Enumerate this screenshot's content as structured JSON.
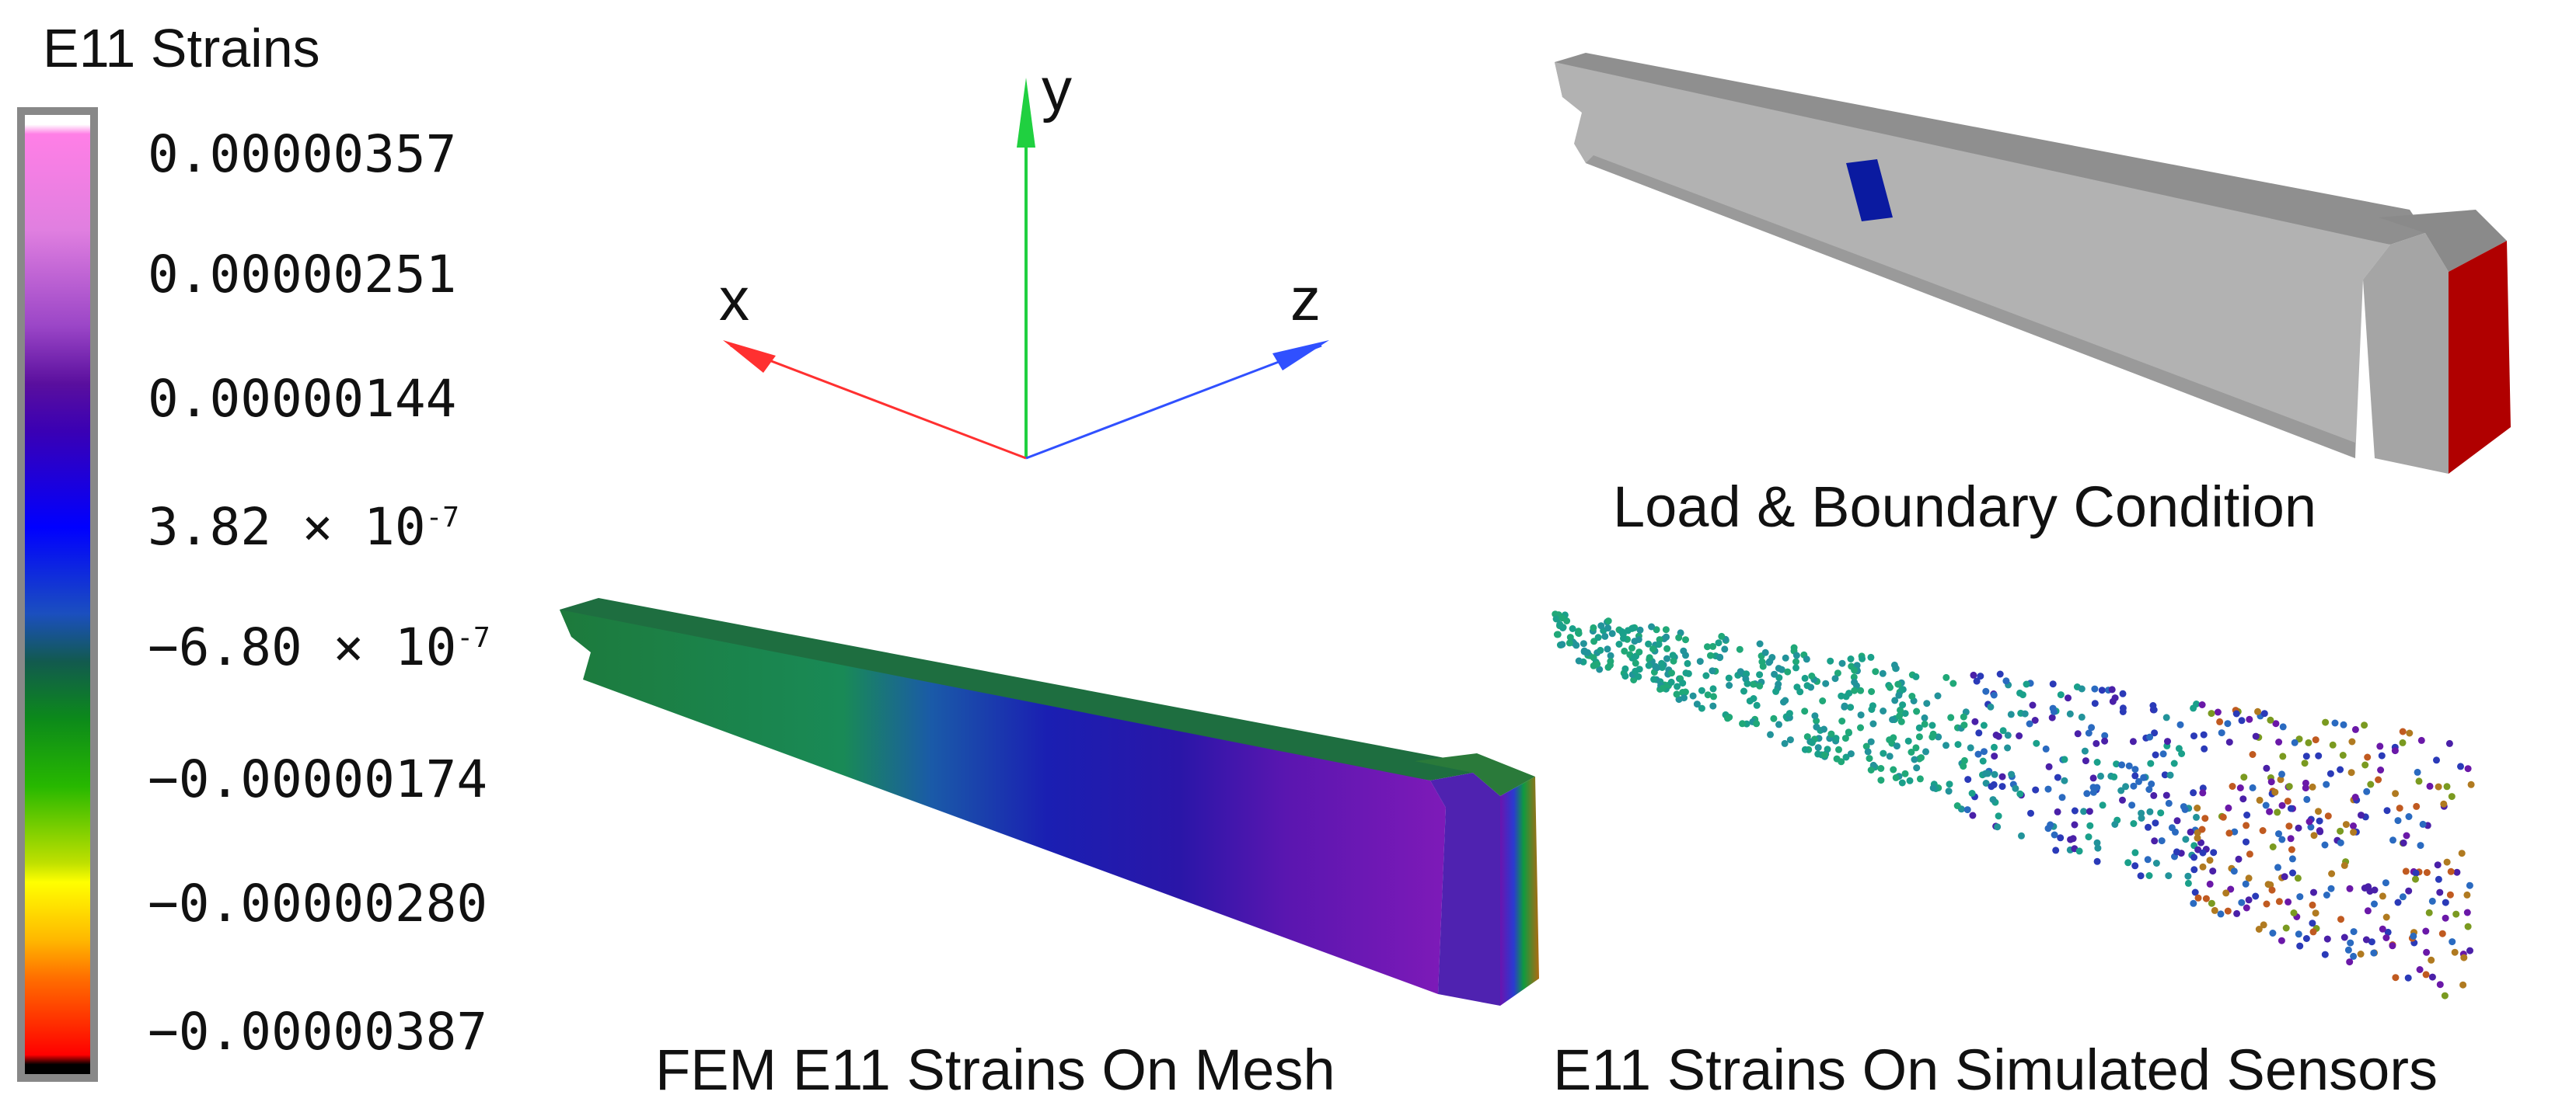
{
  "legend": {
    "title": "E11 Strains",
    "ticks": [
      "0.00000357",
      "0.00000251",
      "0.00000144",
      "3.82 × 10",
      "−6.80 × 10",
      "−0.00000174",
      "−0.00000280",
      "−0.00000387"
    ],
    "exponent": "-7"
  },
  "axes": {
    "x": "x",
    "y": "y",
    "z": "z"
  },
  "captions": {
    "load": "Load & Boundary Condition",
    "fem": "FEM E11 Strains On Mesh",
    "sensors": "E11 Strains On Simulated Sensors"
  },
  "colors": {
    "beam_gray": "#a6a6a6",
    "load_patch": "#0a1aa0",
    "boundary_face": "#b00000",
    "x_axis": "#ff3030",
    "y_axis": "#20d040",
    "z_axis": "#3050ff"
  }
}
